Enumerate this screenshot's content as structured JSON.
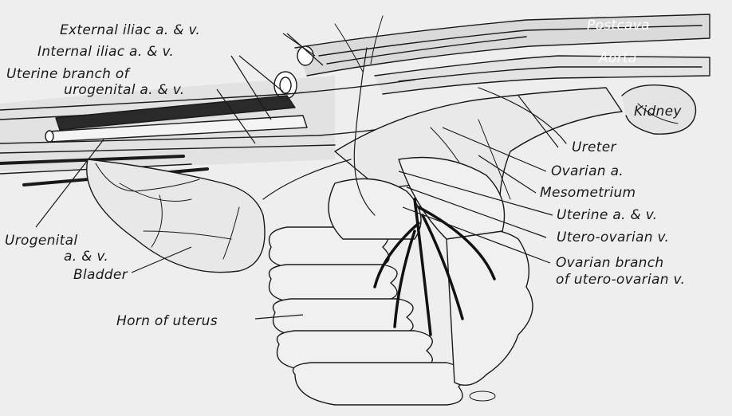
{
  "labels": {
    "external_iliac": "External iliac a. & v.",
    "internal_iliac": "Internal iliac a. & v.",
    "uterine_branch_1": "Uterine branch of",
    "uterine_branch_2": "urogenital a. & v.",
    "postcava": "Postcava",
    "aorta": "Aorta",
    "kidney": "Kidney",
    "ureter": "Ureter",
    "ovarian_a": "Ovarian a.",
    "mesometrium": "Mesometrium",
    "uterine_av": "Uterine a. & v.",
    "utero_ovarian_v": "Utero-ovarian v.",
    "ovarian_branch_1": "Ovarian branch",
    "ovarian_branch_2": "of utero-ovarian v.",
    "urogenital_1": "Urogenital",
    "urogenital_2": "a. & v.",
    "bladder": "Bladder",
    "horn_of_uterus": "Horn of uterus"
  },
  "colors": {
    "ink": "#1a1a1a",
    "paper": "#eeeeee"
  }
}
